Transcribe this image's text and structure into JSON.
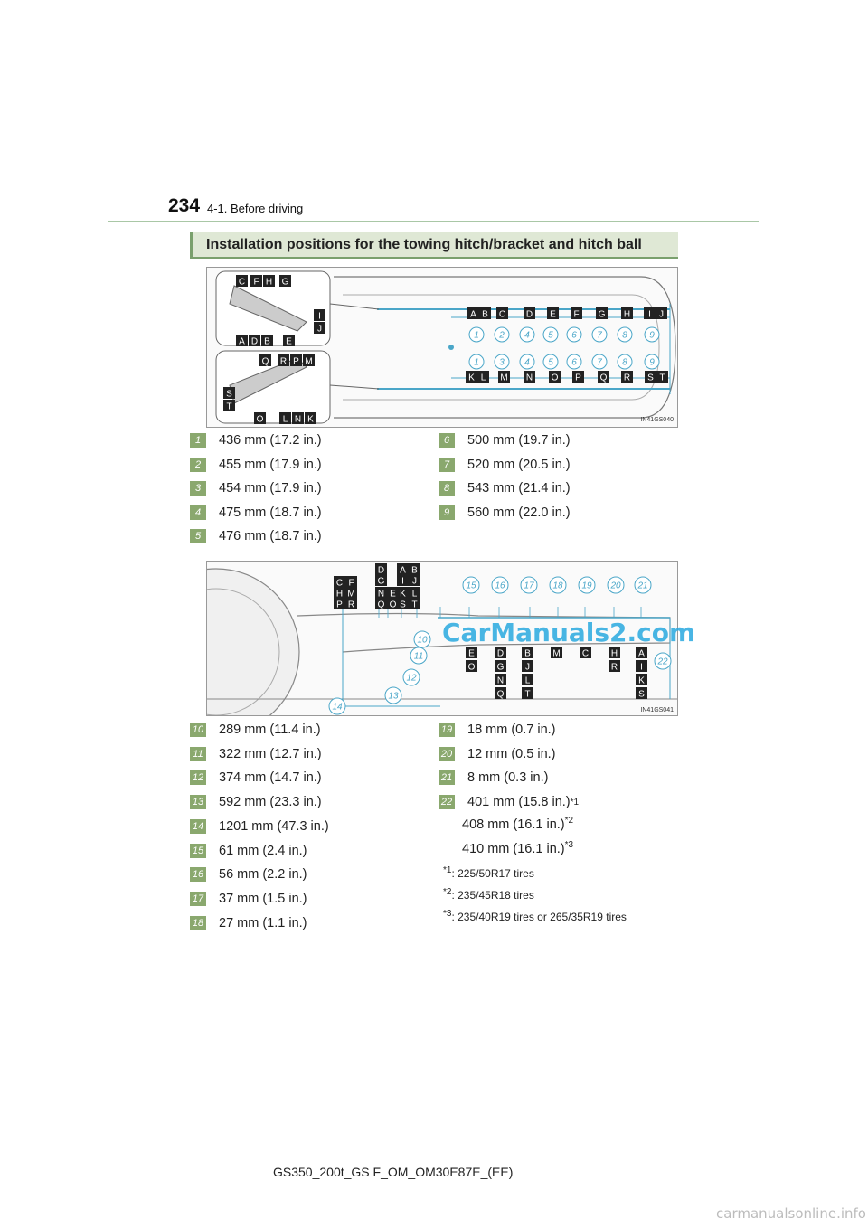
{
  "header": {
    "page_number": "234",
    "section": "4-1. Before driving"
  },
  "title": "Installation positions for the towing hitch/bracket and hitch ball",
  "figure1": {
    "code": "IN41GS040",
    "letters_top_row": [
      "A",
      "B",
      "C",
      "D",
      "E",
      "F",
      "G",
      "H",
      "I",
      "J"
    ],
    "numbers_upper": [
      "1",
      "2",
      "4",
      "5",
      "6",
      "7",
      "8",
      "9"
    ],
    "numbers_lower": [
      "1",
      "3",
      "4",
      "5",
      "6",
      "7",
      "8",
      "9"
    ],
    "letters_bottom_row": [
      "K",
      "L",
      "M",
      "N",
      "O",
      "P",
      "Q",
      "R",
      "S",
      "T"
    ],
    "inset_top_letters": [
      "C",
      "F",
      "H",
      "G",
      "I",
      "J",
      "A",
      "D",
      "B",
      "E"
    ],
    "inset_bottom_letters": [
      "Q",
      "R",
      "P",
      "M",
      "S",
      "T",
      "O",
      "L",
      "N",
      "K"
    ]
  },
  "figure2": {
    "code": "IN41GS041",
    "numbers_top": [
      "15",
      "16",
      "17",
      "18",
      "19",
      "20",
      "21"
    ],
    "numbers_bottom": [
      "10",
      "11",
      "12",
      "13",
      "14",
      "22"
    ],
    "letter_groups": [
      [
        "C",
        "F",
        "H",
        "M",
        "P",
        "R"
      ],
      [
        "D",
        "G",
        "N",
        "E",
        "Q",
        "O"
      ],
      [
        "A",
        "B",
        "I",
        "J",
        "K",
        "L",
        "S",
        "T"
      ]
    ],
    "letter_columns": [
      [
        "E",
        "O"
      ],
      [
        "D",
        "G",
        "N",
        "Q"
      ],
      [
        "B",
        "J",
        "L",
        "T"
      ],
      [
        "M"
      ],
      [
        "C"
      ],
      [
        "H",
        "R"
      ],
      [
        "A",
        "I",
        "K",
        "S"
      ]
    ]
  },
  "watermark": "CarManuals2.com",
  "measurements_1_left": [
    {
      "n": "1",
      "text": "436 mm (17.2 in.)"
    },
    {
      "n": "2",
      "text": "455 mm (17.9 in.)"
    },
    {
      "n": "3",
      "text": "454 mm (17.9 in.)"
    },
    {
      "n": "4",
      "text": "475 mm (18.7 in.)"
    },
    {
      "n": "5",
      "text": "476 mm (18.7 in.)"
    }
  ],
  "measurements_1_right": [
    {
      "n": "6",
      "text": "500 mm (19.7 in.)"
    },
    {
      "n": "7",
      "text": "520 mm (20.5 in.)"
    },
    {
      "n": "8",
      "text": "543 mm (21.4 in.)"
    },
    {
      "n": "9",
      "text": "560 mm (22.0 in.)"
    }
  ],
  "measurements_2_left": [
    {
      "n": "10",
      "text": "289 mm (11.4 in.)"
    },
    {
      "n": "11",
      "text": "322 mm (12.7 in.)"
    },
    {
      "n": "12",
      "text": "374 mm (14.7 in.)"
    },
    {
      "n": "13",
      "text": "592 mm (23.3 in.)"
    },
    {
      "n": "14",
      "text": "1201 mm (47.3 in.)"
    },
    {
      "n": "15",
      "text": "61 mm (2.4 in.)"
    },
    {
      "n": "16",
      "text": "56 mm (2.2 in.)"
    },
    {
      "n": "17",
      "text": "37 mm (1.5 in.)"
    },
    {
      "n": "18",
      "text": "27 mm (1.1 in.)"
    }
  ],
  "measurements_2_right": [
    {
      "n": "19",
      "text": "18 mm (0.7 in.)"
    },
    {
      "n": "20",
      "text": "12 mm (0.5 in.)"
    },
    {
      "n": "21",
      "text": "8 mm (0.3 in.)"
    },
    {
      "n": "22",
      "text": "401 mm (15.8 in.)",
      "sup": "*1"
    }
  ],
  "item22_extra": [
    {
      "text": "408 mm (16.1 in.)",
      "sup": "*2"
    },
    {
      "text": "410 mm (16.1 in.)",
      "sup": "*3"
    }
  ],
  "footnotes": [
    {
      "mark": "*1",
      "text": ": 225/50R17 tires"
    },
    {
      "mark": "*2",
      "text": ": 235/45R18 tires"
    },
    {
      "mark": "*3",
      "text": ": 235/40R19 tires or 265/35R19 tires"
    }
  ],
  "footer": {
    "doc_code": "GS350_200t_GS F_OM_OM30E87E_(EE)",
    "site": "carmanualsonline.info"
  },
  "colors": {
    "accent_green": "#8aa86e",
    "title_bg": "#dfe8d5",
    "watermark": "#2aa9e0"
  }
}
